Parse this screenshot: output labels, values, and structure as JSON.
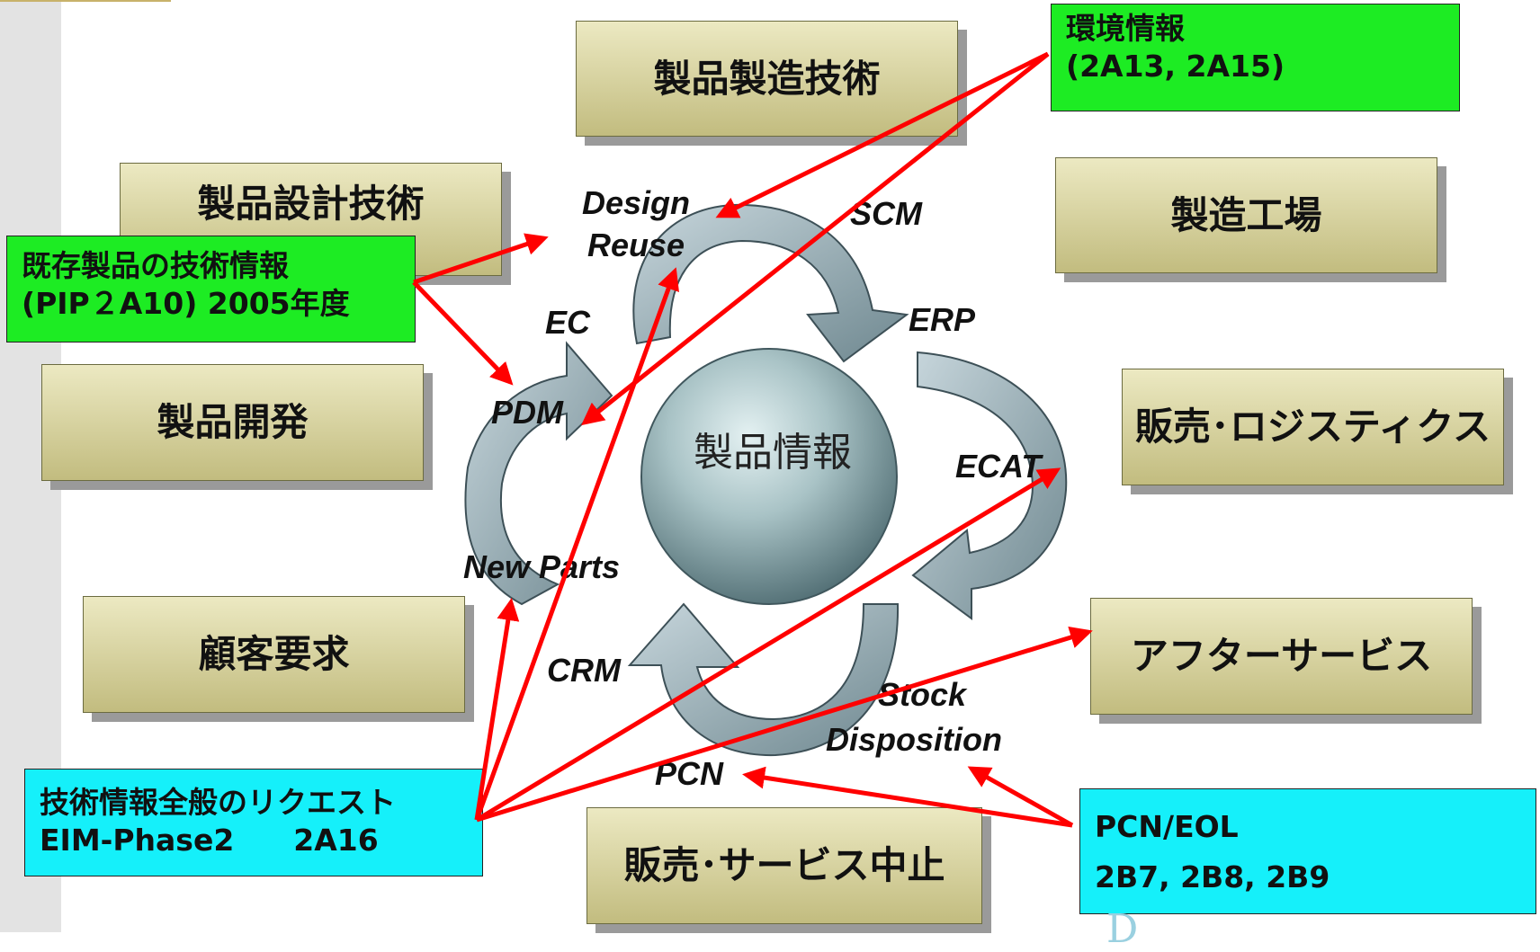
{
  "center": {
    "label": "製品情報"
  },
  "boxes": {
    "manufacturing_tech": "製品製造技術",
    "design_tech": "製品設計技術",
    "product_dev": "製品開発",
    "customer_req": "顧客要求",
    "factory": "製造工場",
    "sales_logistics": "販売･ロジスティクス",
    "after_service": "アフターサービス",
    "discontinue": "販売･サービス中止"
  },
  "callouts": {
    "env": {
      "line1": "環境情報",
      "line2": "(2A13, 2A15)"
    },
    "existing": {
      "line1": "既存製品の技術情報",
      "line2": "(PIP２A10) 2005年度"
    },
    "request": {
      "line1": "技術情報全般のリクエスト",
      "line2": "EIM-Phase2　　2A16"
    },
    "pcn": {
      "line1": "PCN/EOL",
      "line2": "2B7, 2B8, 2B9"
    }
  },
  "cycle_labels": {
    "design_reuse_1": "Design",
    "design_reuse_2": "Reuse",
    "scm": "SCM",
    "erp": "ERP",
    "ecat": "ECAT",
    "stock_1": "Stock",
    "stock_2": "Disposition",
    "pcn": "PCN",
    "crm": "CRM",
    "new_parts": "New Parts",
    "ec": "EC",
    "pdm": "PDM"
  },
  "colors": {
    "box_fill": "#c9c38a",
    "green_callout": "#1dec23",
    "cyan_callout": "#15f0fa",
    "connector": "#ff0000",
    "cycle_arrow": "#a3b8c0"
  }
}
